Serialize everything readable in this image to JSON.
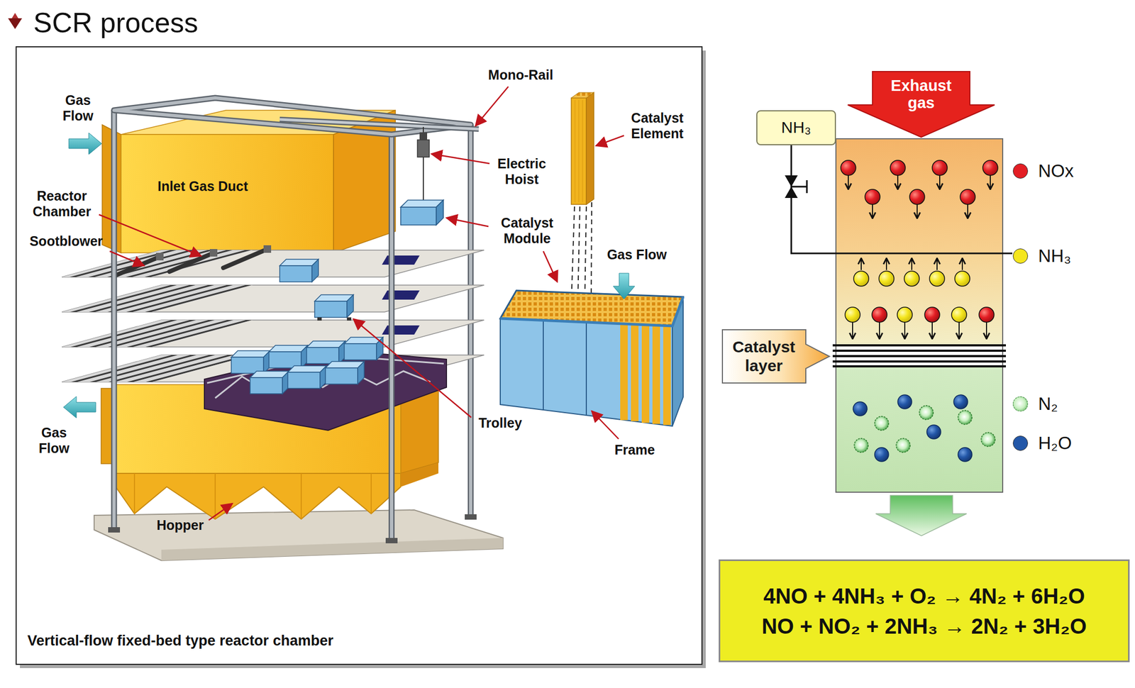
{
  "diagram": {
    "title": "SCR process",
    "caption": "Vertical-flow fixed-bed type reactor chamber",
    "nodes": [
      {
        "text": [
          "Exhaust gas"
        ]
      },
      {
        "text": [
          "NH₃"
        ]
      },
      {
        "text": [
          "Catalyst layer"
        ]
      },
      {
        "text": [
          "4NO + 4NH₃ + O₂ → 4N₂ + 6H₂O",
          "NO + NO₂ + 2NH₃ → 2N₂ + 3H₂O"
        ]
      }
    ],
    "labels": [
      "Gas Flow",
      "Mono-Rail",
      "Catalyst Element",
      "Electric Hoist",
      "Inlet Gas Duct",
      "Reactor Chamber",
      "Sootblower",
      "Catalyst Module",
      "Gas Flow",
      "Trolley",
      "Gas Flow",
      "Frame",
      "Hopper"
    ],
    "legend": [
      {
        "text": "NOx",
        "color": "#e31e24"
      },
      {
        "text": "NH₃",
        "color": "#f5e61e"
      },
      {
        "text": "N₂"
      },
      {
        "text": "H₂O",
        "color": "#2357a8"
      }
    ]
  }
}
